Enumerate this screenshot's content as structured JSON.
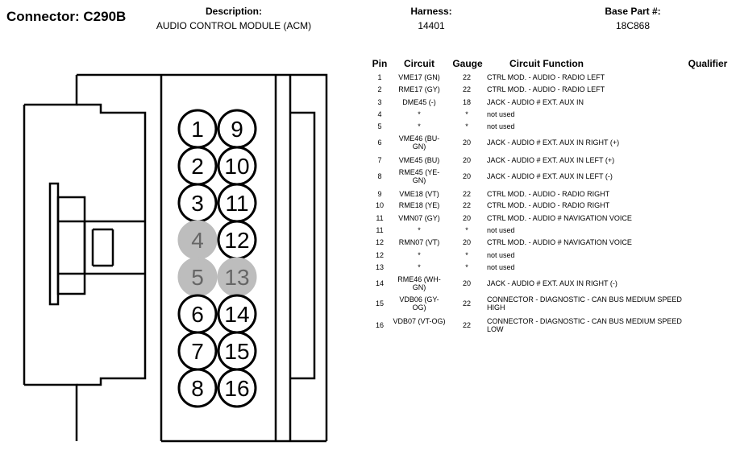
{
  "header": {
    "connector_title": "Connector: C290B",
    "description_label": "Description:",
    "description_value": "AUDIO CONTROL MODULE (ACM)",
    "harness_label": "Harness:",
    "harness_value": "14401",
    "base_part_label": "Base Part #:",
    "base_part_value": "18C868"
  },
  "table": {
    "columns": [
      "Pin",
      "Circuit",
      "Gauge",
      "Circuit Function",
      "Qualifier"
    ],
    "rows": [
      {
        "pin": "1",
        "circuit": "VME17 (GN)",
        "gauge": "22",
        "function": "CTRL MOD. - AUDIO - RADIO LEFT",
        "qualifier": ""
      },
      {
        "pin": "2",
        "circuit": "RME17 (GY)",
        "gauge": "22",
        "function": "CTRL MOD. - AUDIO - RADIO LEFT",
        "qualifier": ""
      },
      {
        "pin": "3",
        "circuit": "DME45 (-)",
        "gauge": "18",
        "function": "JACK - AUDIO # EXT. AUX IN",
        "qualifier": ""
      },
      {
        "pin": "4",
        "circuit": "*",
        "gauge": "*",
        "function": "not used",
        "qualifier": ""
      },
      {
        "pin": "5",
        "circuit": "*",
        "gauge": "*",
        "function": "not used",
        "qualifier": ""
      },
      {
        "pin": "6",
        "circuit": "VME46 (BU-GN)",
        "gauge": "20",
        "function": "JACK - AUDIO # EXT. AUX IN RIGHT (+)",
        "qualifier": ""
      },
      {
        "pin": "7",
        "circuit": "VME45 (BU)",
        "gauge": "20",
        "function": "JACK - AUDIO # EXT. AUX IN LEFT (+)",
        "qualifier": ""
      },
      {
        "pin": "8",
        "circuit": "RME45 (YE-GN)",
        "gauge": "20",
        "function": "JACK - AUDIO # EXT. AUX IN LEFT (-)",
        "qualifier": ""
      },
      {
        "pin": "9",
        "circuit": "VME18 (VT)",
        "gauge": "22",
        "function": "CTRL MOD. - AUDIO - RADIO RIGHT",
        "qualifier": ""
      },
      {
        "pin": "10",
        "circuit": "RME18 (YE)",
        "gauge": "22",
        "function": "CTRL MOD. - AUDIO - RADIO RIGHT",
        "qualifier": ""
      },
      {
        "pin": "11",
        "circuit": "VMN07 (GY)",
        "gauge": "20",
        "function": "CTRL MOD. - AUDIO # NAVIGATION VOICE",
        "qualifier": ""
      },
      {
        "pin": "11",
        "circuit": "*",
        "gauge": "*",
        "function": "not used",
        "qualifier": ""
      },
      {
        "pin": "12",
        "circuit": "RMN07 (VT)",
        "gauge": "20",
        "function": "CTRL MOD. - AUDIO # NAVIGATION VOICE",
        "qualifier": ""
      },
      {
        "pin": "12",
        "circuit": "*",
        "gauge": "*",
        "function": "not used",
        "qualifier": ""
      },
      {
        "pin": "13",
        "circuit": "*",
        "gauge": "*",
        "function": "not used",
        "qualifier": ""
      },
      {
        "pin": "14",
        "circuit": "RME46 (WH-GN)",
        "gauge": "20",
        "function": "JACK - AUDIO # EXT. AUX IN RIGHT (-)",
        "qualifier": ""
      },
      {
        "pin": "15",
        "circuit": "VDB06 (GY-OG)",
        "gauge": "22",
        "function": "CONNECTOR - DIAGNOSTIC - CAN BUS MEDIUM SPEED HIGH",
        "qualifier": ""
      },
      {
        "pin": "16",
        "circuit": "VDB07 (VT-OG)",
        "gauge": "22",
        "function": "CONNECTOR - DIAGNOSTIC - CAN BUS MEDIUM SPEED LOW",
        "qualifier": ""
      }
    ]
  },
  "connector": {
    "pins_left": [
      "1",
      "2",
      "3",
      "4",
      "5",
      "6",
      "7",
      "8"
    ],
    "pins_right": [
      "9",
      "10",
      "11",
      "12",
      "13",
      "14",
      "15",
      "16"
    ],
    "unused_pins": [
      "4",
      "5",
      "13"
    ],
    "used_fill": "#ffffff",
    "unused_fill": "#bdbdbd",
    "used_text_color": "#000000",
    "unused_text_color": "#666666"
  }
}
